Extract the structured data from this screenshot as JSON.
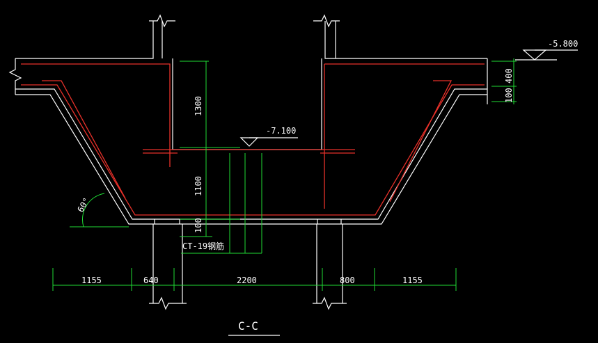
{
  "section_title": "C-C",
  "elevations": {
    "top": "-5.800",
    "inner_floor": "-7.100"
  },
  "dimensions": {
    "bottom_spans": [
      "1155",
      "640",
      "2200",
      "800",
      "1155"
    ],
    "right_vertical": [
      "400",
      "100"
    ],
    "center_vertical": [
      "1300",
      "1100",
      "100"
    ]
  },
  "angle_label": "60°",
  "rebar_note": "CT-19钢筋",
  "colors": {
    "background": "#000000",
    "concrete_line": "#ffffff",
    "rebar": "#e8312a",
    "dimension": "#1fdc35"
  }
}
